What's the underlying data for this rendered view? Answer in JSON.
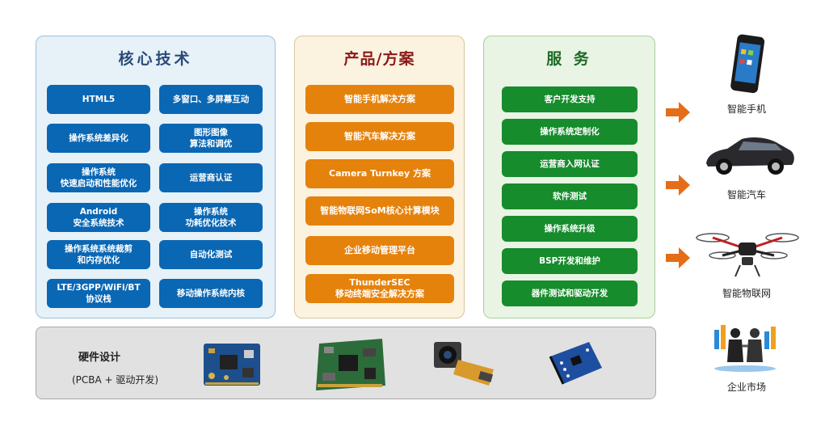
{
  "core_tech": {
    "title": "核心技术",
    "items": [
      {
        "lines": [
          "HTML5"
        ]
      },
      {
        "lines": [
          "多窗口、多屏幕互动"
        ]
      },
      {
        "lines": [
          "操作系统差异化"
        ]
      },
      {
        "lines": [
          "图形图像",
          "算法和调优"
        ]
      },
      {
        "lines": [
          "操作系统",
          "快速启动和性能优化"
        ]
      },
      {
        "lines": [
          "运营商认证"
        ]
      },
      {
        "lines": [
          "Android",
          "安全系统技术"
        ]
      },
      {
        "lines": [
          "操作系统",
          "功耗优化技术"
        ]
      },
      {
        "lines": [
          "操作系统系统裁剪",
          "和内存优化"
        ]
      },
      {
        "lines": [
          "自动化测试"
        ]
      },
      {
        "lines": [
          "LTE/3GPP/WiFi/BT",
          "协议栈"
        ]
      },
      {
        "lines": [
          "移动操作系统内核"
        ]
      }
    ]
  },
  "products": {
    "title": "产品/方案",
    "items": [
      {
        "lines": [
          "智能手机解决方案"
        ]
      },
      {
        "lines": [
          "智能汽车解决方案"
        ]
      },
      {
        "lines": [
          "Camera Turnkey 方案"
        ]
      },
      {
        "lines": [
          "智能物联网SoM核心计算模块"
        ]
      },
      {
        "lines": [
          "企业移动管理平台"
        ]
      },
      {
        "lines": [
          "ThunderSEC",
          "移动终端安全解决方案"
        ]
      }
    ]
  },
  "services": {
    "title": "服 务",
    "items": [
      {
        "lines": [
          "客户开发支持"
        ]
      },
      {
        "lines": [
          "操作系统定制化"
        ]
      },
      {
        "lines": [
          "运营商入网认证"
        ]
      },
      {
        "lines": [
          "软件测试"
        ]
      },
      {
        "lines": [
          "操作系统升级"
        ]
      },
      {
        "lines": [
          "BSP开发和维护"
        ]
      },
      {
        "lines": [
          "器件测试和驱动开发"
        ]
      }
    ]
  },
  "hardware": {
    "title": "硬件设计",
    "subtitle": "(PCBA + 驱动开发)"
  },
  "devices": [
    {
      "label": "智能手机",
      "icon": "smartphone-icon"
    },
    {
      "label": "智能汽车",
      "icon": "car-icon"
    },
    {
      "label": "智能物联网",
      "icon": "drone-icon"
    },
    {
      "label": "企业市场",
      "icon": "business-handshake-icon"
    }
  ],
  "colors": {
    "core_box": "#0a67b4",
    "product_box": "#e5820c",
    "service_box": "#168c2c",
    "arrow": "#e56d18"
  }
}
